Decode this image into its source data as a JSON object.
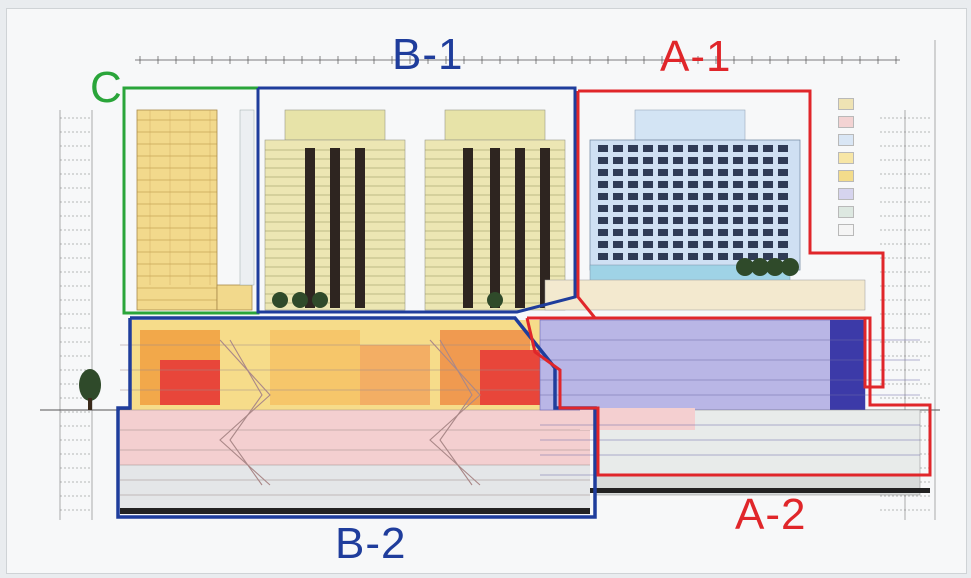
{
  "zones": [
    {
      "id": "C",
      "label": "C",
      "color": "#2aa53a"
    },
    {
      "id": "B-1",
      "label": "B-1",
      "color": "#1f3d9c"
    },
    {
      "id": "A-1",
      "label": "A-1",
      "color": "#e0262a"
    },
    {
      "id": "B-2",
      "label": "B-2",
      "color": "#1f3d9c"
    },
    {
      "id": "A-2",
      "label": "A-2",
      "color": "#e0262a"
    }
  ],
  "legend": {
    "colors": [
      "#efe3b4",
      "#f3d3d3",
      "#d9e6f5",
      "#f7e6a6",
      "#f3dc8b",
      "#d6d4ee",
      "#dde8e1",
      "#f5f5f5"
    ]
  },
  "palette": {
    "retail_red": "#e8463a",
    "orange": "#f2a84a",
    "yellow": "#f6dc8a",
    "pink": "#f4cfd0",
    "lavender": "#b9b6e6",
    "glass_blue": "#bfd6ef",
    "tower_cream": "#efe7b4",
    "tower_dark": "#2e2520",
    "green": "#2aa53a",
    "navy": "#1f3d9c",
    "red": "#e0262a"
  }
}
